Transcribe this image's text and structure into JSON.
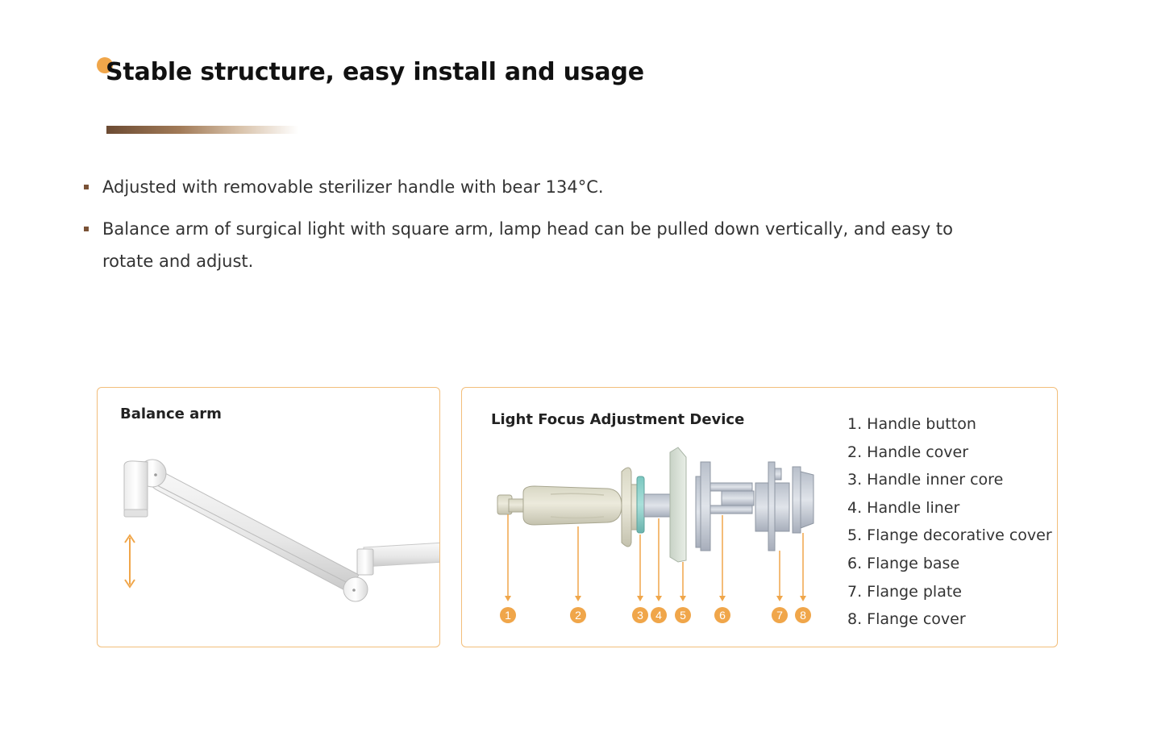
{
  "header": {
    "title": "Stable structure, easy install and usage"
  },
  "bullets": [
    "Adjusted with removable sterilizer handle with bear 134°C.",
    "Balance arm of surgical light with square arm, lamp head can be pulled down vertically, and easy to rotate and adjust."
  ],
  "balance_card": {
    "title": "Balance arm"
  },
  "device_card": {
    "title": "Light Focus Adjustment Device",
    "markers": [
      "1",
      "2",
      "3",
      "4",
      "5",
      "6",
      "7",
      "8"
    ],
    "parts": [
      "1. Handle button",
      "2. Handle cover",
      "3. Handle inner core",
      "4. Handle liner",
      "5. Flange decorative cover",
      "6. Flange base",
      "7. Flange plate",
      "8. Flange cover"
    ]
  },
  "colors": {
    "accent_orange": "#f0a64a",
    "card_border": "#f2be7b",
    "bullet_brown": "#7a5236"
  }
}
